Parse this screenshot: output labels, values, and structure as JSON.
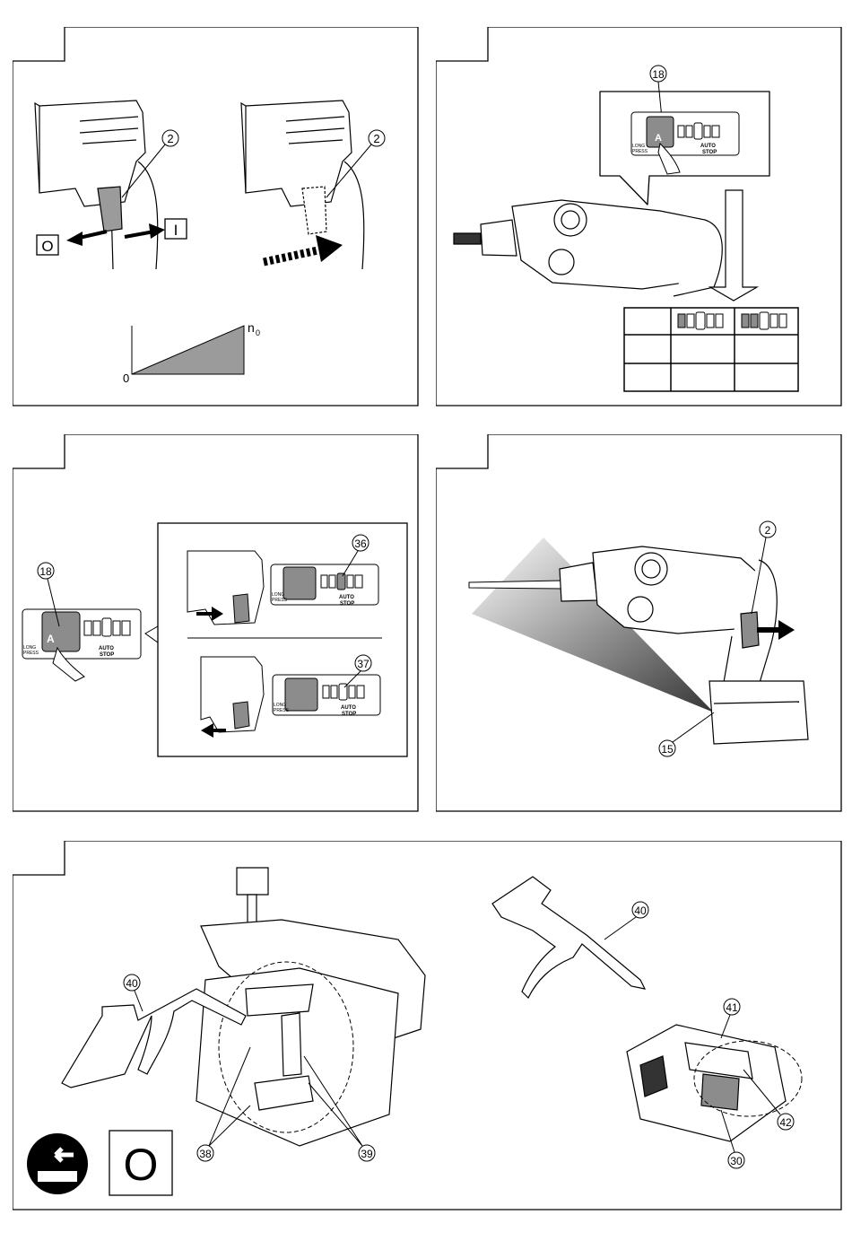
{
  "fig1": {
    "callout_a": "2",
    "callout_b": "2",
    "switch_off": "O",
    "switch_on": "I",
    "speed_zero": "0",
    "speed_max": "n",
    "speed_max_sub": "0"
  },
  "fig2": {
    "callout": "18",
    "long": "LONG",
    "press": "PRESS",
    "mode_letter": "A",
    "auto": "AUTO",
    "stop": "STOP"
  },
  "fig3": {
    "callout_main": "18",
    "callout_top": "36",
    "callout_bottom": "37",
    "long": "LONG",
    "press": "PRESS",
    "mode_letter": "A",
    "auto": "AUTO",
    "stop": "STOP"
  },
  "fig4": {
    "callout_trigger": "2",
    "callout_light": "15"
  },
  "fig5": {
    "callout_blower_left": "40",
    "callout_blower_right": "40",
    "callout_terminal_a": "38",
    "callout_terminal_b": "39",
    "callout_battery": "41",
    "callout_battery_term": "42",
    "callout_latch": "30",
    "off_symbol": "O"
  },
  "colors": {
    "line": "#000000",
    "gray": "#8c8c8c",
    "light_gray": "#d9d9d9"
  }
}
